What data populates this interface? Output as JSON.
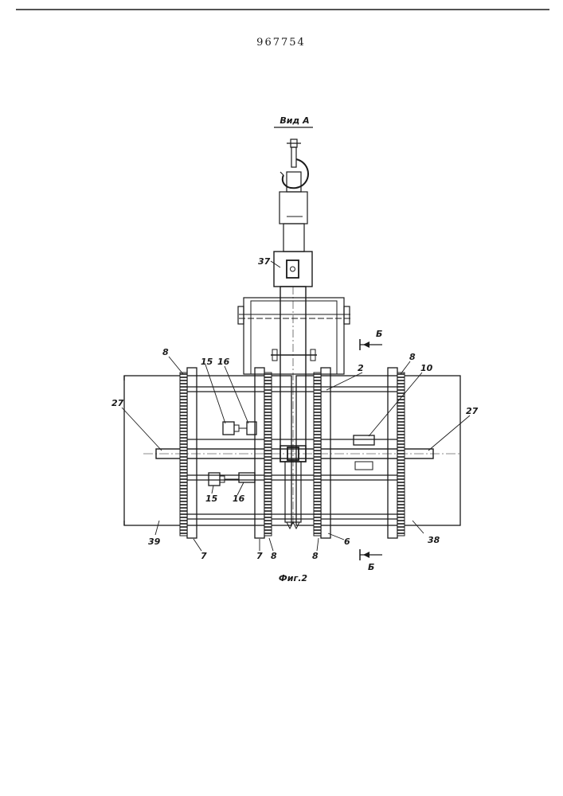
{
  "document": {
    "patent_number": "967754",
    "view_title": "Вид А",
    "figure_caption": "Фиг.2",
    "section_marker": "Б"
  },
  "labels": {
    "l37": "37",
    "l8a": "8",
    "l15a": "15",
    "l16a": "16",
    "l2": "2",
    "l8b": "8",
    "l10": "10",
    "l27a": "27",
    "l27b": "27",
    "l15b": "15",
    "l16b": "16",
    "l39": "39",
    "l7a": "7",
    "l7b": "7",
    "l8c": "8",
    "l8d": "8",
    "l6": "6",
    "l38": "38",
    "lbtop": "Б",
    "lbbot": "Б"
  },
  "colors": {
    "ink": "#1a1a1a",
    "paper": "#ffffff"
  }
}
